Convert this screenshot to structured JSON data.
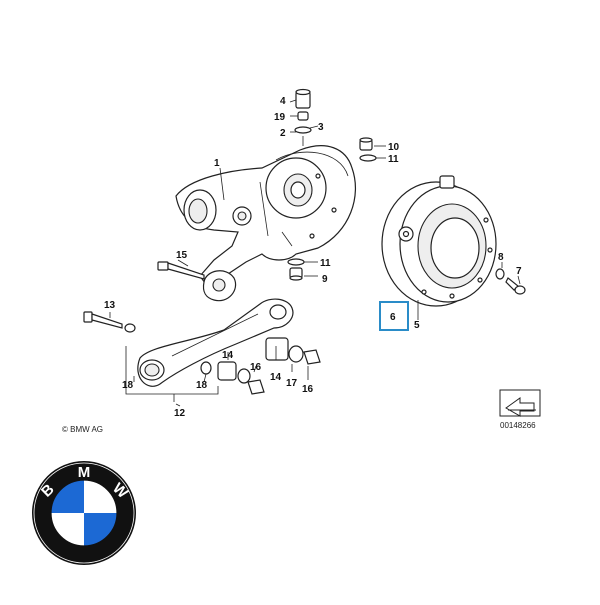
{
  "diagram": {
    "copyright": "© BMW AG",
    "drawing_number": "00148266",
    "highlighted_callout": "6",
    "highlight_color": "#2a8cc8",
    "callouts": [
      "1",
      "2",
      "3",
      "4",
      "19",
      "10",
      "11",
      "15",
      "11",
      "9",
      "8",
      "7",
      "13",
      "6",
      "5",
      "14",
      "16",
      "14",
      "17",
      "16",
      "18",
      "18",
      "12"
    ]
  },
  "logo": {
    "letters": [
      "B",
      "M",
      "W"
    ],
    "blue": "#1c69d4",
    "ring": "#111111"
  }
}
